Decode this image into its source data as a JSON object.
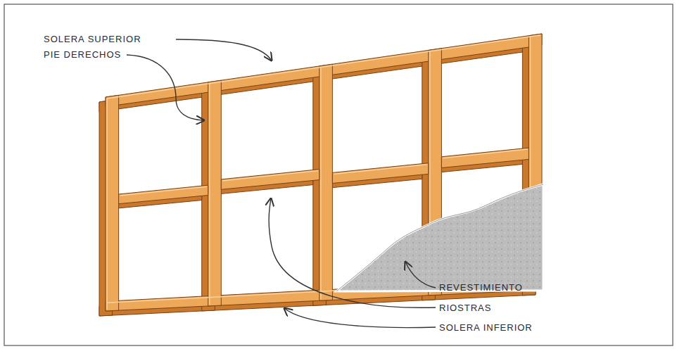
{
  "diagram": {
    "labels": [
      "SOLERA SUPERIOR",
      "PIE DERECHOS",
      "REVESTIMIENTO",
      "RIOSTRAS",
      "SOLERA INFERIOR"
    ]
  }
}
